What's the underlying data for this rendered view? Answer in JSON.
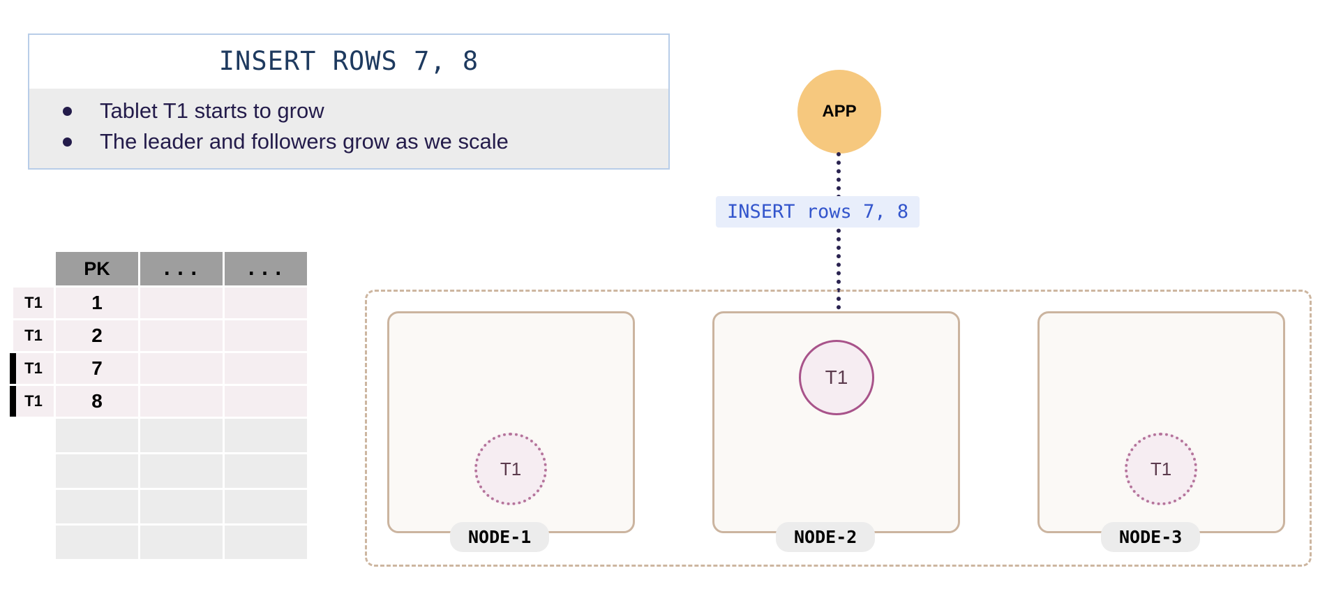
{
  "callout": {
    "title": "INSERT ROWS 7, 8",
    "bullets": [
      "Tablet T1 starts to grow",
      "The leader and followers grow as we scale"
    ]
  },
  "table": {
    "columns": [
      "PK",
      "...",
      "..."
    ],
    "rows": [
      {
        "label": "T1",
        "pk": "1",
        "marked": false
      },
      {
        "label": "T1",
        "pk": "2",
        "marked": false
      },
      {
        "label": "T1",
        "pk": "7",
        "marked": true
      },
      {
        "label": "T1",
        "pk": "8",
        "marked": true
      }
    ],
    "empty_row_count": 4
  },
  "diagram": {
    "app_label": "APP",
    "message_label": "INSERT rows 7, 8",
    "nodes": [
      {
        "name": "NODE-1",
        "tablet": "T1",
        "role": "follower"
      },
      {
        "name": "NODE-2",
        "tablet": "T1",
        "role": "leader"
      },
      {
        "name": "NODE-3",
        "tablet": "T1",
        "role": "follower"
      }
    ]
  },
  "colors": {
    "app_fill": "#f6c87e",
    "callout_border": "#b8cde8",
    "callout_body": "#ececec",
    "title_text": "#1e3a5f",
    "message_text": "#3355cc",
    "message_bg": "#e8eefb",
    "node_border": "#cbb49f",
    "node_fill": "#fbf9f6",
    "cluster_border": "#cdb6a0",
    "tablet_fill": "#f6edf2",
    "leader_border": "#a8538a",
    "follower_border": "#b5749b",
    "header_fill": "#9e9e9e",
    "data_row_fill": "#f5eef1",
    "empty_row_fill": "#ececec",
    "arrow": "#2a2350"
  }
}
